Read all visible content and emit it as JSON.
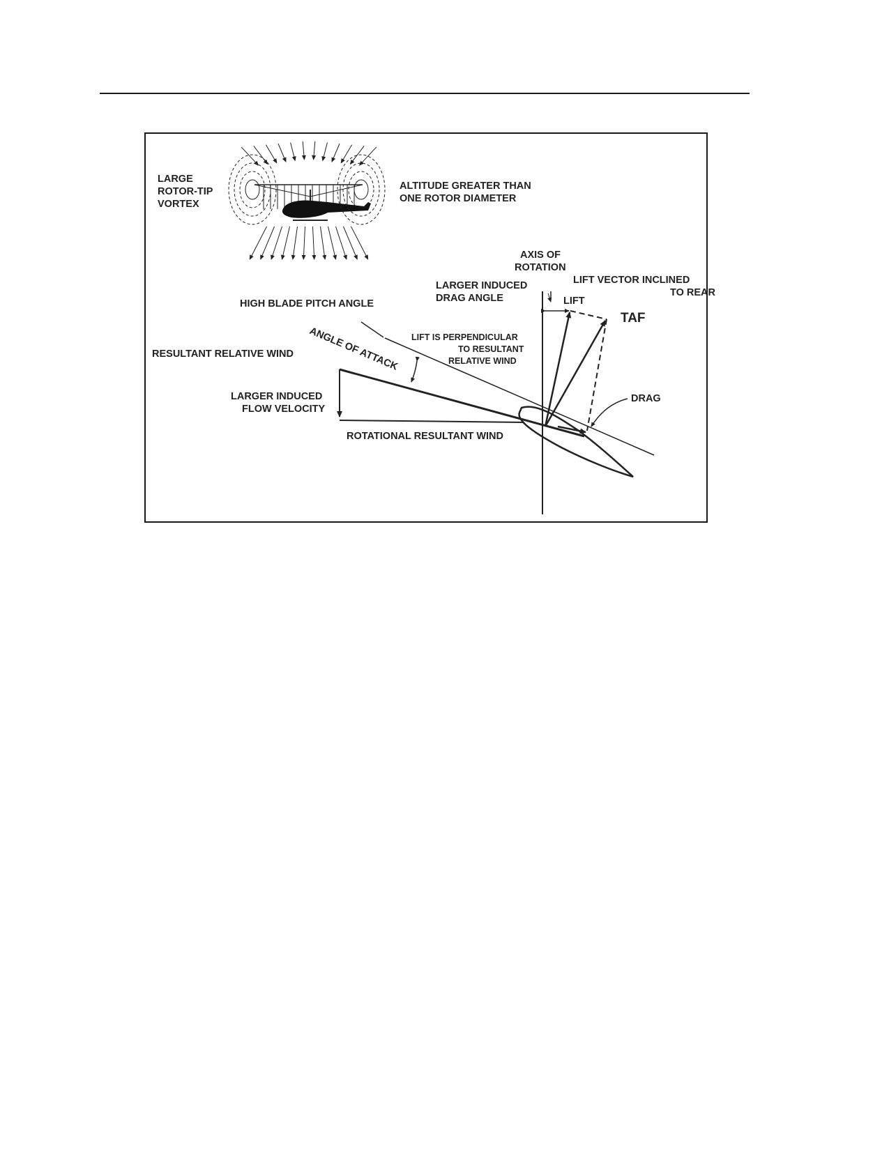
{
  "labels": {
    "large_vortex": [
      "LARGE",
      "ROTOR-TIP",
      "VORTEX"
    ],
    "altitude": [
      "ALTITUDE GREATER THAN",
      "ONE ROTOR DIAMETER"
    ],
    "axis_of_rotation": [
      "AXIS OF",
      "ROTATION"
    ],
    "larger_induced_drag_angle": [
      "LARGER INDUCED",
      "DRAG ANGLE"
    ],
    "lift_vector_inclined": [
      "LIFT VECTOR INCLINED",
      "TO REAR"
    ],
    "lift": "LIFT",
    "taf": "TAF",
    "high_blade_pitch_angle": "HIGH BLADE PITCH ANGLE",
    "angle_of_attack": "ANGLE OF ATTACK",
    "lift_perpendicular": [
      "LIFT IS PERPENDICULAR",
      "TO RESULTANT",
      "RELATIVE WIND"
    ],
    "resultant_relative_wind": "RESULTANT RELATIVE WIND",
    "larger_induced_flow_velocity": [
      "LARGER INDUCED",
      "FLOW VELOCITY"
    ],
    "drag": "DRAG",
    "rotational_resultant_wind": "ROTATIONAL RESULTANT WIND"
  },
  "colors": {
    "ink": "#222222",
    "background": "#ffffff"
  }
}
